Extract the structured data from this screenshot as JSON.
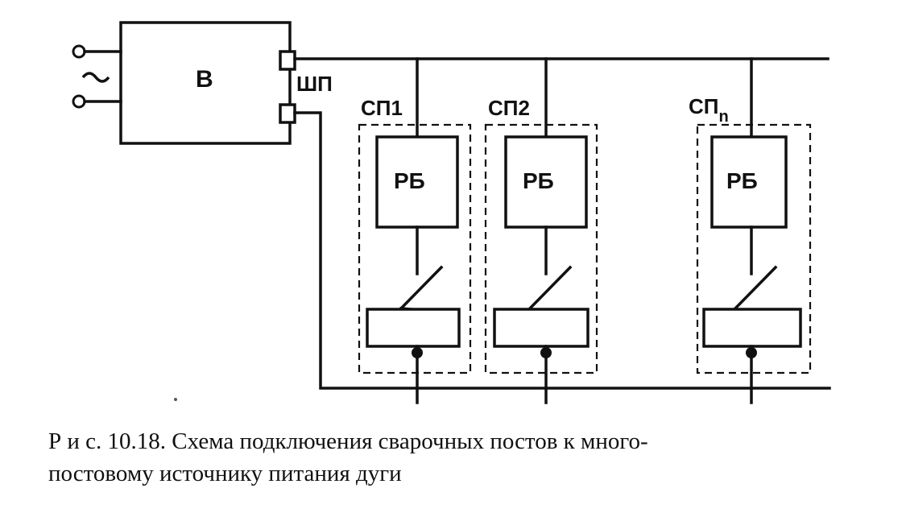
{
  "diagram": {
    "source_label": "В",
    "busbar_label": "ШП",
    "stations": [
      {
        "name": "СП1",
        "regulator": "РБ"
      },
      {
        "name": "СП2",
        "regulator": "РБ"
      },
      {
        "name": "СП",
        "name_sub": "n",
        "regulator": "РБ"
      }
    ],
    "ac_symbol": "~"
  },
  "caption": {
    "line1": "Р и с. 10.18. Схема подключения сварочных постов к много-",
    "line2": "постовому источнику питания дуги"
  }
}
